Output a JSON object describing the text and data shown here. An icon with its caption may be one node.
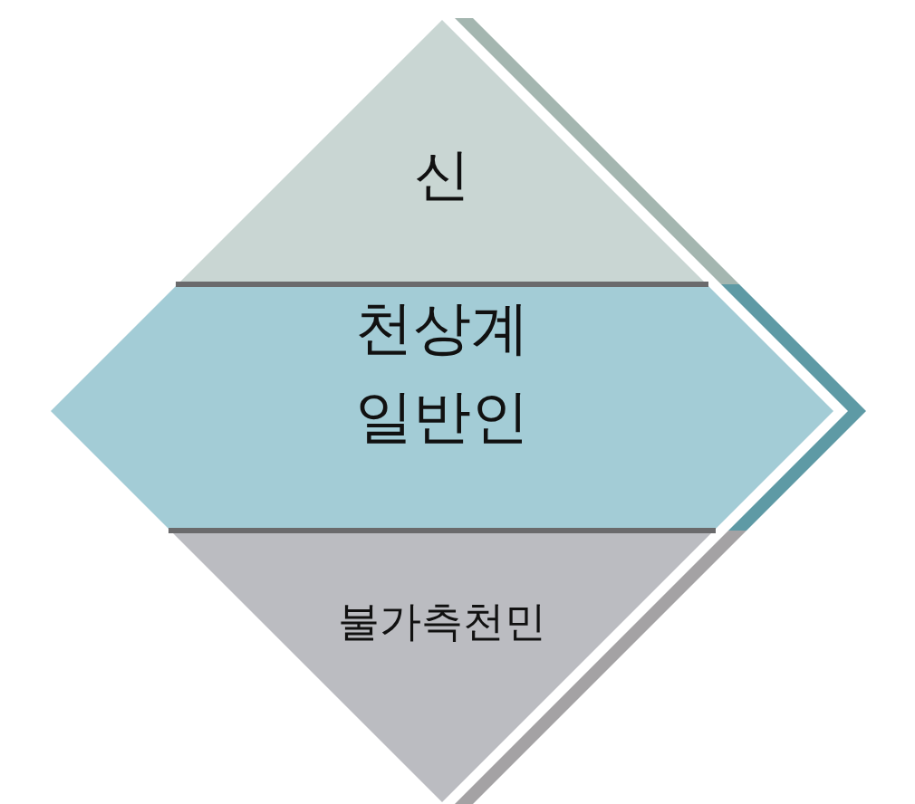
{
  "diagram": {
    "nodes": [
      {
        "text": [
          "신"
        ]
      },
      {
        "text": [
          "천상계",
          "일반인"
        ]
      },
      {
        "text": [
          "불가측천민"
        ]
      }
    ]
  }
}
